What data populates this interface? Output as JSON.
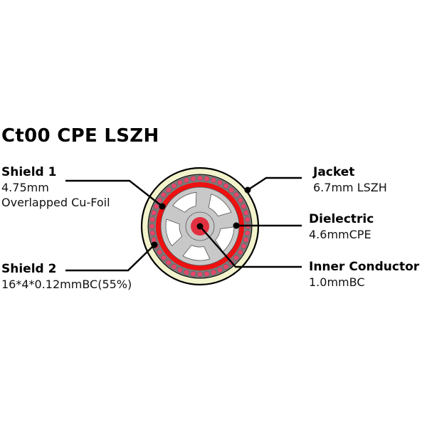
{
  "title": "Ct00 CPE LSZH",
  "labels": {
    "shield1": {
      "name": "Shield 1",
      "spec_lines": [
        "4.75mm",
        "Overlapped Cu-Foil"
      ]
    },
    "shield2": {
      "name": "Shield 2",
      "spec_lines": [
        "16*4*0.12mmBC(55%)"
      ]
    },
    "jacket": {
      "name": "Jacket",
      "spec_lines": [
        "6.7mm LSZH"
      ]
    },
    "dielectric": {
      "name": "Dielectric",
      "spec_lines": [
        "4.6mmCPE"
      ]
    },
    "inner_conductor": {
      "name": "Inner Conductor",
      "spec_lines": [
        "1.0mmBC"
      ]
    }
  },
  "colors": {
    "jacket": "#f2f2cc",
    "braid": "#7a7a7a",
    "braid_dot": "#e8476a",
    "foil": "#ee1111",
    "dielectric": "#c8c8c8",
    "conductor": "#e23040",
    "line": "#000000"
  }
}
